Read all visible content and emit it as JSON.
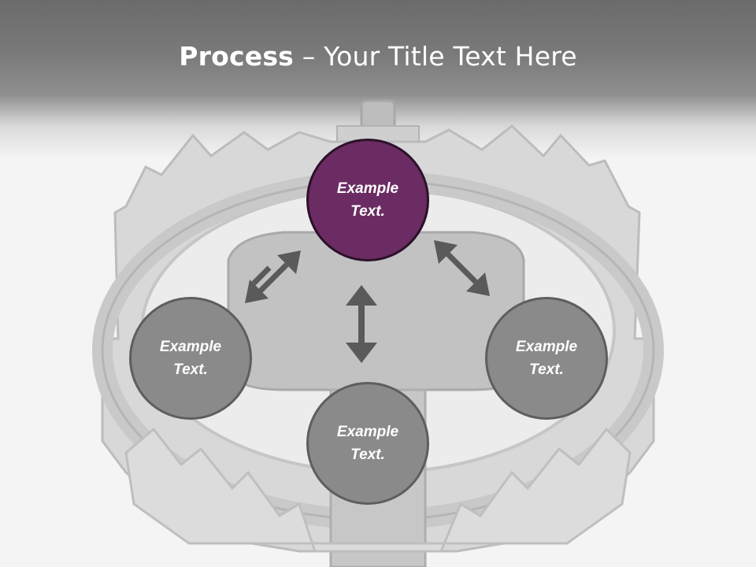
{
  "slide": {
    "title_bold": "Process",
    "title_rest": " – Your Title Text Here"
  },
  "nodes": [
    {
      "id": "top",
      "text": "Example Text.",
      "color": "#6a2c63",
      "border": "#2d1129"
    },
    {
      "id": "left",
      "text": "Example Text.",
      "color": "#8a8a8a",
      "border": "#5e5e5e"
    },
    {
      "id": "bottom",
      "text": "Example Text.",
      "color": "#8a8a8a",
      "border": "#5e5e5e"
    },
    {
      "id": "right",
      "text": "Example Text.",
      "color": "#8a8a8a",
      "border": "#5e5e5e"
    }
  ],
  "colors": {
    "arrow": "#5a5a5a",
    "header_dark": "#6b6b6b",
    "background": "#f4f4f4"
  },
  "background_image": "bear-trap-illustration"
}
